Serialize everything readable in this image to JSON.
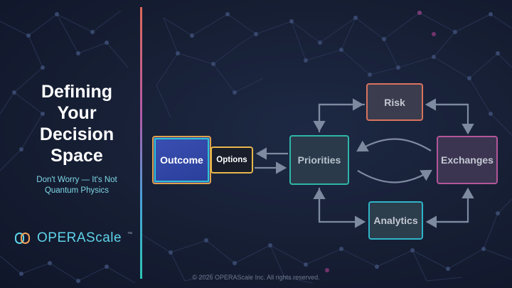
{
  "slide": {
    "title_lines": [
      "Defining",
      "Your",
      "Decision",
      "Space"
    ],
    "subtitle_lines": [
      "Don't Worry — It's Not",
      "Quantum Physics"
    ],
    "footer": "© 2026 OPERAScale Inc. All rights reserved."
  },
  "brand": {
    "name": "OPERAScale",
    "tm": "™",
    "logo_icon": "linked-rings-icon"
  },
  "diagram": {
    "nodes": {
      "outcome": "Outcome",
      "options": "Options",
      "priorities": "Priorities",
      "risk": "Risk",
      "exchanges": "Exchanges",
      "analytics": "Analytics"
    }
  },
  "colors": {
    "background": "#161e33",
    "title": "#ffffff",
    "subtitle": "#7fd8e6",
    "brand": "#5fd3e9",
    "arrow": "#7d8aa0",
    "risk_border": "#d9735e",
    "exchanges_border": "#b4569a",
    "priorities_border": "#2fb5a8",
    "analytics_border": "#2fb5c8",
    "options_border": "#e8b84a"
  }
}
